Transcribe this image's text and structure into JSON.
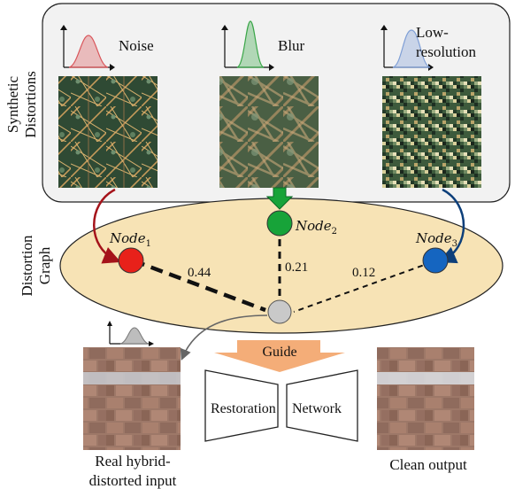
{
  "synthetic": {
    "title_line1": "Synthetic",
    "title_line2": "Distortions",
    "noise": {
      "label": "Noise",
      "color": "#d9555a"
    },
    "blur": {
      "label": "Blur",
      "color": "#3aa648"
    },
    "lowres": {
      "label_line1": "Low-",
      "label_line2": "resolution",
      "color": "#7f9fd6"
    }
  },
  "graph": {
    "title_line1": "Distortion",
    "title_line2": "Graph",
    "ellipse_fill": "#f7e3b5",
    "nodes": [
      {
        "name": "Node",
        "sub": "1",
        "color": "#e8211a"
      },
      {
        "name": "Node",
        "sub": "2",
        "color": "#17a339"
      },
      {
        "name": "Node",
        "sub": "3",
        "color": "#1565c0"
      }
    ],
    "center_color": "#c9c9c9",
    "weights": [
      "0.44",
      "0.21",
      "0.12"
    ]
  },
  "bottom": {
    "input_label_line1": "Real hybrid-",
    "input_label_line2": "distorted input",
    "guide_label": "Guide",
    "guide_color": "#f4ad78",
    "network_left": "Restoration",
    "network_right": "Network",
    "output_label": "Clean output"
  }
}
